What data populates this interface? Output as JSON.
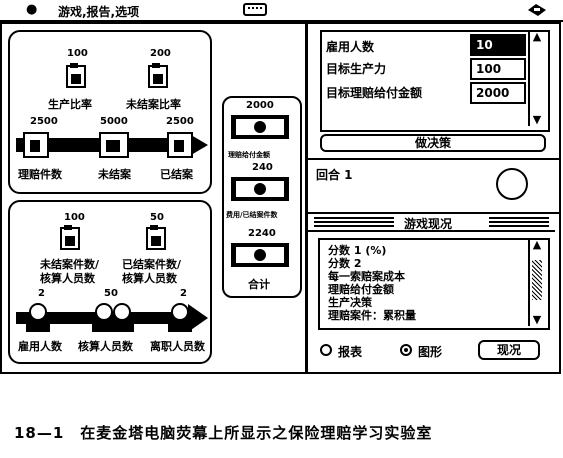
{
  "menubar": {
    "items": "游戏,报告,选项"
  },
  "inputs": {
    "hire_label": "雇用人数",
    "hire_value": "10",
    "target_label": "目标生产力",
    "target_value": "100",
    "claim_label": "目标理赔给付金额",
    "claim_value": "2000",
    "decide_label": "做决策"
  },
  "flow": {
    "v100": "100",
    "v200": "200",
    "prod_ratio": "生产比率",
    "unsettled_ratio": "未结案比率",
    "v2500a": "2500",
    "v5000": "5000",
    "v2500b": "2500",
    "claims": "理赔件数",
    "unsettled": "未结案",
    "settled": "已结案",
    "m100": "100",
    "m50": "50",
    "unsettled_per": "未结案件数/",
    "unsettled_per2": "核算人员数",
    "settled_per": "已结案件数/",
    "settled_per2": "核算人员数",
    "p2a": "2",
    "p50": "50",
    "p2b": "2",
    "hired": "雇用人数",
    "adjusters": "核算人员数",
    "left": "离职人员数"
  },
  "money": {
    "v2000": "2000",
    "claim_pay": "理赔给付金额",
    "v240": "240",
    "expense": "费用/已结案件数",
    "v2240": "2240",
    "total": "合计"
  },
  "round": {
    "label": "回合 1"
  },
  "status": {
    "title": "游戏现况",
    "items": [
      "分数 1 (%)",
      "分数 2",
      "每一索赔案成本",
      "理赔给付金额",
      "生产决策",
      "理赔案件：累积量"
    ],
    "radio_report": "报表",
    "radio_graph": "图形",
    "button": "现况"
  },
  "caption": "18—1　在麦金塔电脑荧幕上所显示之保险理赔学习实验室"
}
